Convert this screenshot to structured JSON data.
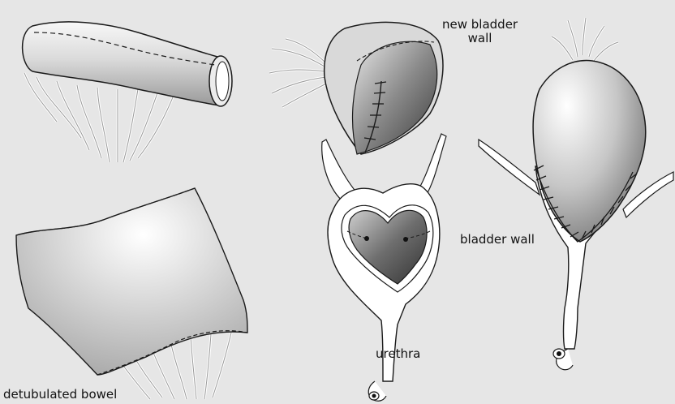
{
  "labels": {
    "new_bladder_wall_line1": "new bladder",
    "new_bladder_wall_line2": "wall",
    "bladder_wall": "bladder wall",
    "urethra": "urethra",
    "detubulated_bowel": "detubulated bowel"
  },
  "colors": {
    "background": "#e6e6e6",
    "outline": "#1a1a1a",
    "tissue_light": "#ffffff",
    "tissue_dark": "#5a5a5a"
  }
}
